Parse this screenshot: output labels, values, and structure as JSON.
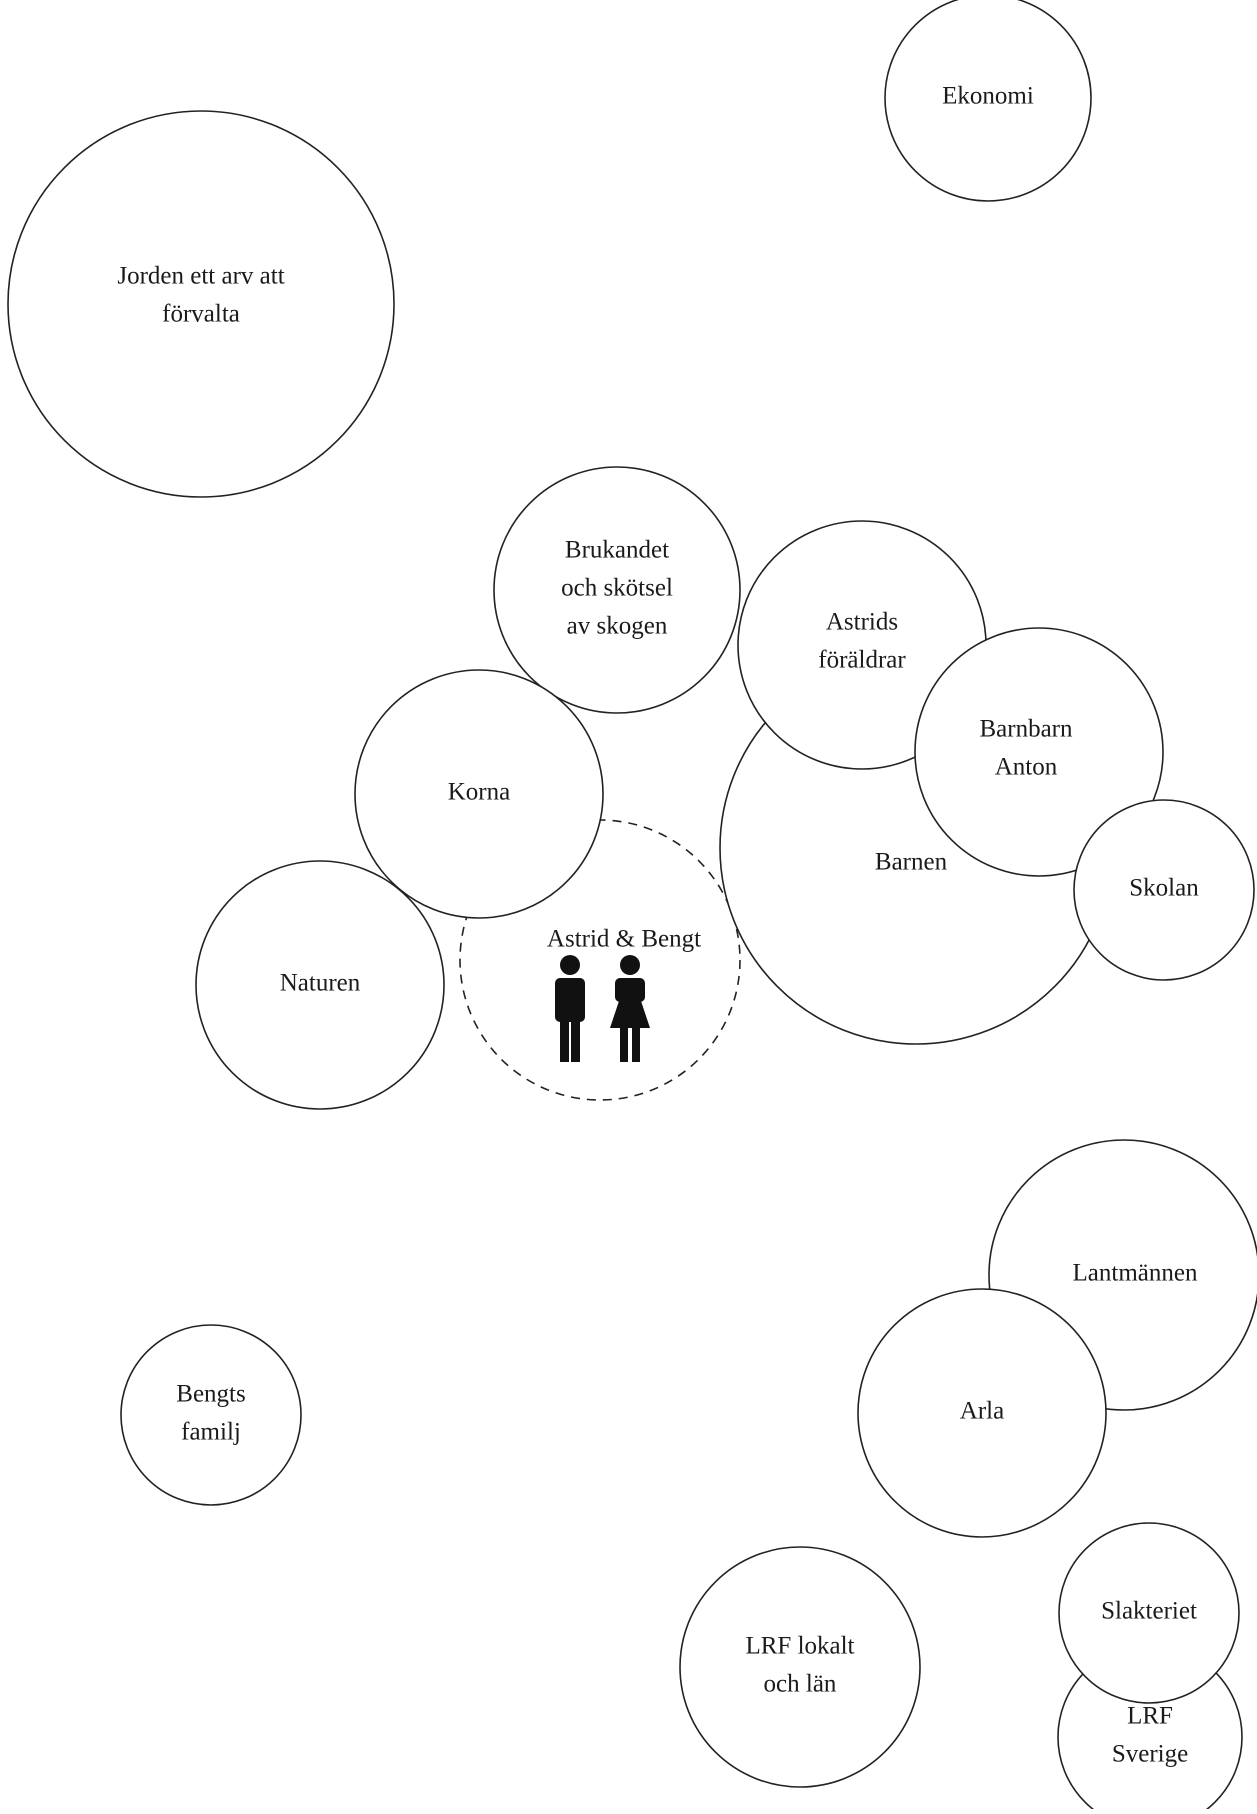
{
  "diagram": {
    "center": {
      "label": "Astrid & Bengt",
      "icons": [
        "man-icon",
        "woman-icon"
      ]
    },
    "circles": [
      {
        "id": "ekonomi",
        "lines": [
          "Ekonomi"
        ]
      },
      {
        "id": "jorden",
        "lines": [
          "Jorden ett arv att",
          "förvalta"
        ]
      },
      {
        "id": "brukandet",
        "lines": [
          "Brukandet",
          "och skötsel",
          "av skogen"
        ]
      },
      {
        "id": "barnen",
        "lines": [
          "Barnen"
        ]
      },
      {
        "id": "astrids-foraldrar",
        "lines": [
          "Astrids",
          "föräldrar"
        ]
      },
      {
        "id": "barnbarn",
        "lines": [
          "Barnbarn",
          "Anton"
        ]
      },
      {
        "id": "skolan",
        "lines": [
          "Skolan"
        ]
      },
      {
        "id": "korna",
        "lines": [
          "Korna"
        ]
      },
      {
        "id": "naturen",
        "lines": [
          "Naturen"
        ]
      },
      {
        "id": "lantmannen",
        "lines": [
          "Lantmännen"
        ]
      },
      {
        "id": "arla",
        "lines": [
          "Arla"
        ]
      },
      {
        "id": "bengts-familj",
        "lines": [
          "Bengts",
          "familj"
        ]
      },
      {
        "id": "lrf-lokalt",
        "lines": [
          "LRF lokalt",
          "och län"
        ]
      },
      {
        "id": "lrf-sverige",
        "lines": [
          "LRF",
          "Sverige"
        ]
      },
      {
        "id": "slakteriet",
        "lines": [
          "Slakteriet"
        ]
      }
    ]
  }
}
